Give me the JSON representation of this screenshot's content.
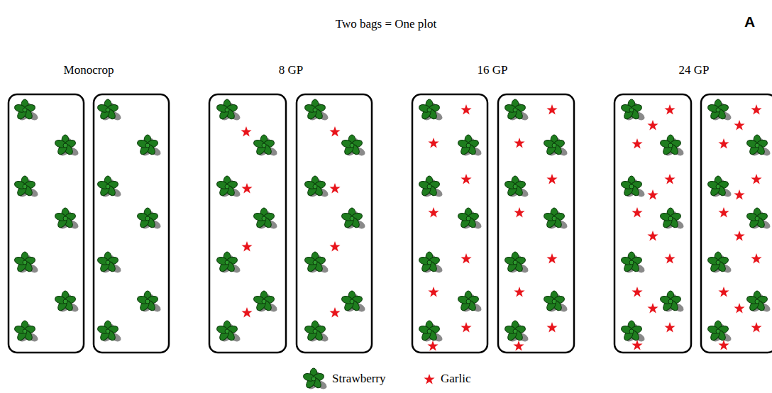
{
  "diagram": {
    "title": "Two bags = One plot",
    "labels": [
      "A",
      "Monocrop",
      "8 GP",
      "16 GP",
      "24 GP"
    ],
    "legend": [
      {
        "text": "Strawberry"
      },
      {
        "text": "Garlic"
      }
    ]
  }
}
